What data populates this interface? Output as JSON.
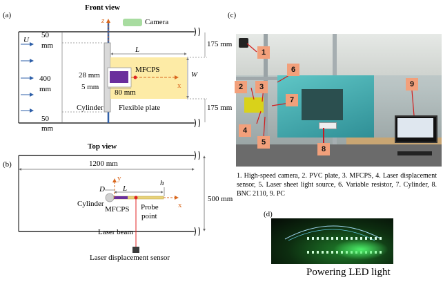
{
  "panels": {
    "a": "(a)",
    "b": "(b)",
    "c": "(c)",
    "d": "(d)"
  },
  "front_view": {
    "title": "Front view",
    "camera": "Camera",
    "u": "U",
    "left_dims": [
      "50",
      "mm",
      "400",
      "mm",
      "50",
      "mm"
    ],
    "right_dims": [
      "175 mm",
      "175 mm"
    ],
    "z": "z",
    "L": "L",
    "W": "W",
    "x": "x",
    "mfcps": "MFCPS",
    "d28": "28 mm",
    "d5": "5 mm",
    "d80": "80 mm",
    "cylinder": "Cylinder",
    "flexible_plate": "Flexible plate"
  },
  "top_view": {
    "title": "Top view",
    "d1200": "1200 mm",
    "d500": "500 mm",
    "D": "D",
    "L": "L",
    "y": "y",
    "h": "h",
    "x": "x",
    "cylinder": "Cylinder",
    "mfcps": "MFCPS",
    "probe": "Probe",
    "point": "point",
    "laser_beam": "Laser beam",
    "sensor": "Laser displacement sensor"
  },
  "photo_labels": [
    "1",
    "2",
    "3",
    "4",
    "5",
    "6",
    "7",
    "8",
    "9"
  ],
  "caption": "1. High-speed camera, 2. PVC plate, 3. MFCPS, 4. Laser displacement sensor, 5. Laser sheet light source, 6. Variable resistor, 7. Cylinder, 8. BNC 2110, 9. PC",
  "led_caption": "Powering LED light",
  "colors": {
    "accent_orange": "#d9681f",
    "camera_green": "#a8dca0",
    "plate_yellow": "#fdeba6",
    "mfcps_purple": "#6a2f9c",
    "flow_blue": "#2e5fa8"
  }
}
